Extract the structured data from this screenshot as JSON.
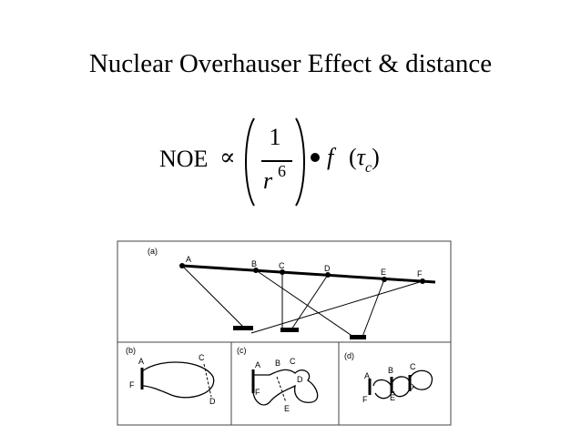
{
  "title": "Nuclear Overhauser Effect & distance",
  "formula": {
    "lhs": "NOE",
    "relation": "∝",
    "numerator": "1",
    "denominator_base": "r",
    "denominator_exponent": "6",
    "dot": "•",
    "function_name": "f",
    "argument": "τ",
    "argument_subscript": "c"
  },
  "figure": {
    "panels": [
      "(a)",
      "(b)",
      "(c)",
      "(d)"
    ],
    "a_points": [
      "A",
      "B",
      "C",
      "D",
      "E",
      "F"
    ],
    "b_points": [
      "A",
      "F",
      "C",
      "D"
    ],
    "c_points": [
      "A",
      "B",
      "C",
      "D",
      "E",
      "F"
    ],
    "d_points": [
      "A",
      "B",
      "C",
      "D",
      "E",
      "F"
    ]
  }
}
